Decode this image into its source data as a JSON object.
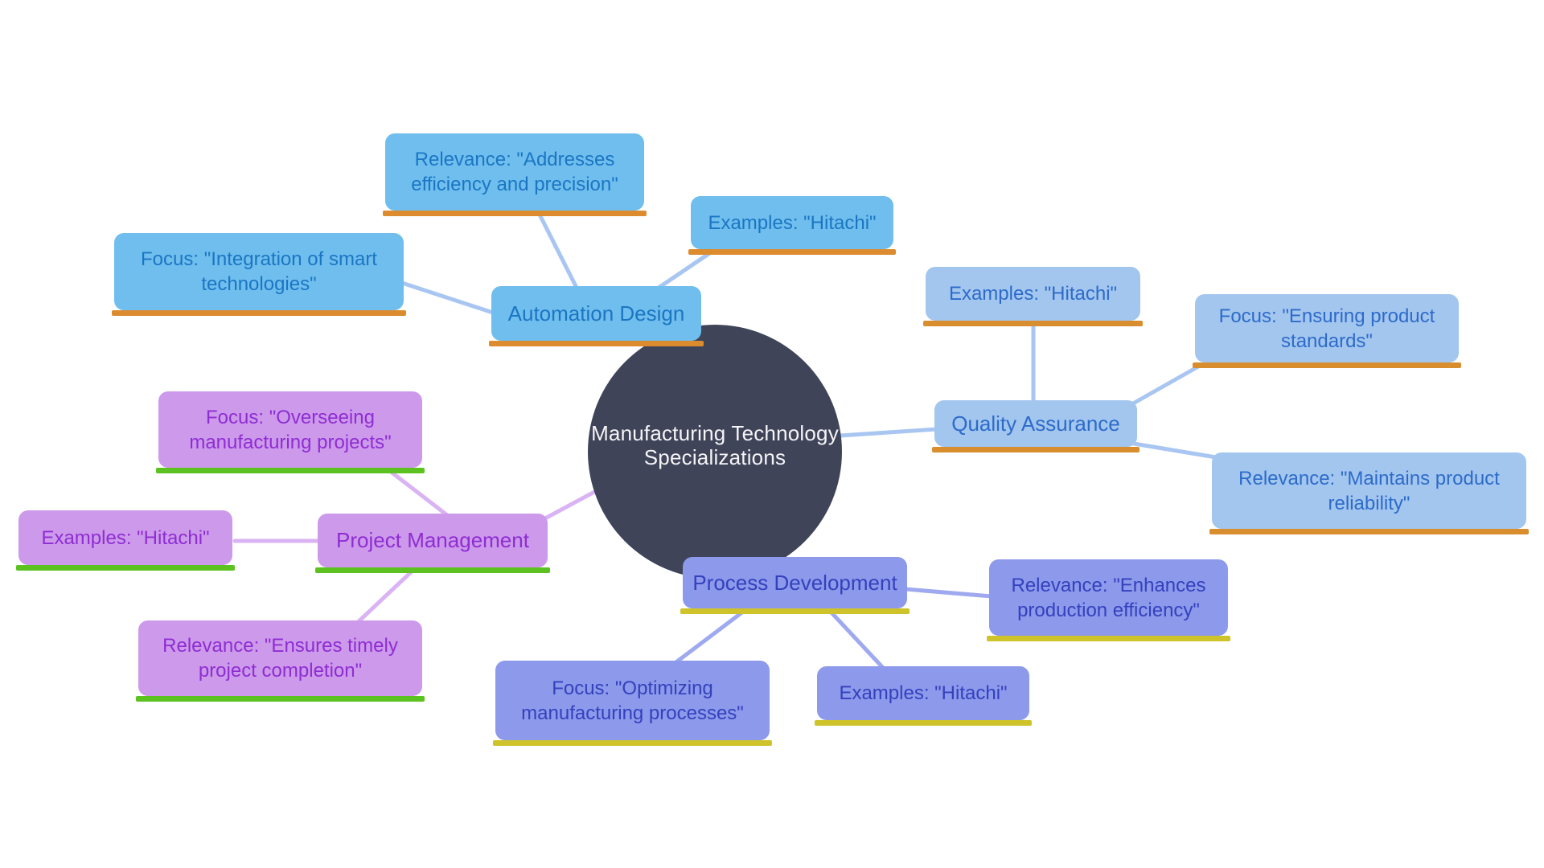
{
  "center": {
    "line1": "Manufacturing Technology",
    "line2": "Specializations",
    "fill": "#3f4459",
    "text_color": "#f5f5f7"
  },
  "clusters": {
    "automation_design": {
      "label": "Automation Design",
      "fill": "#6fbeee",
      "text_color": "#1b76c2",
      "accent": "#dc8c2f",
      "edge_color": "#a8c6f1",
      "focus": "Focus: \"Integration of smart technologies\"",
      "examples": "Examples: \"Hitachi\"",
      "relevance": "Relevance: \"Addresses efficiency and precision\""
    },
    "quality_assurance": {
      "label": "Quality Assurance",
      "fill": "#a3c6ef",
      "text_color": "#2d6bc9",
      "accent": "#d88e2e",
      "edge_color": "#a8c6f1",
      "focus": "Focus: \"Ensuring product standards\"",
      "examples": "Examples: \"Hitachi\"",
      "relevance": "Relevance: \"Maintains product reliability\""
    },
    "project_management": {
      "label": "Project Management",
      "fill": "#cd99eb",
      "text_color": "#8e2dd2",
      "accent": "#5cc220",
      "edge_color": "#d9b3f3",
      "focus": "Focus: \"Overseeing manufacturing projects\"",
      "examples": "Examples: \"Hitachi\"",
      "relevance": "Relevance: \"Ensures timely project completion\""
    },
    "process_development": {
      "label": "Process Development",
      "fill": "#8d99ea",
      "text_color": "#3441bd",
      "accent": "#cfc32b",
      "edge_color": "#9fa9ef",
      "focus": "Focus: \"Optimizing manufacturing processes\"",
      "examples": "Examples: \"Hitachi\"",
      "relevance": "Relevance: \"Enhances production efficiency\""
    }
  }
}
